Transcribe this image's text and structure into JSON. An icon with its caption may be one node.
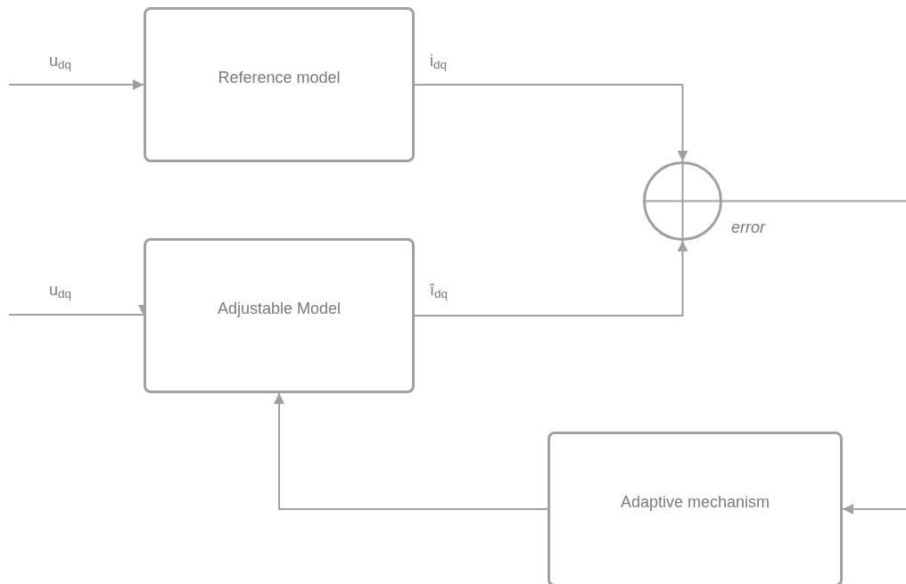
{
  "diagram": {
    "nodes": [
      {
        "text": [
          "Reference model"
        ]
      },
      {
        "text": [
          "Adjustable Model"
        ]
      },
      {
        "text": [],
        "shape": "circle"
      },
      {
        "text": [
          "Adaptive mechanism"
        ]
      }
    ],
    "edges": [
      {
        "from": null,
        "to": 0,
        "arrow": "to",
        "label": "u$_{dq}$"
      },
      {
        "from": null,
        "to": 1,
        "arrow": "to",
        "label": "u$_{dq}$"
      },
      {
        "from": 0,
        "to": 2,
        "arrow": "to",
        "label": "i$_{dq}$"
      },
      {
        "from": 1,
        "to": 2,
        "arrow": "to",
        "label": "î$_{dq}$"
      },
      {
        "from": 2,
        "to": null,
        "arrow": "none",
        "label": "error"
      },
      {
        "from": 3,
        "to": 1,
        "arrow": "to"
      },
      {
        "from": null,
        "to": 3,
        "arrow": "to"
      }
    ]
  }
}
